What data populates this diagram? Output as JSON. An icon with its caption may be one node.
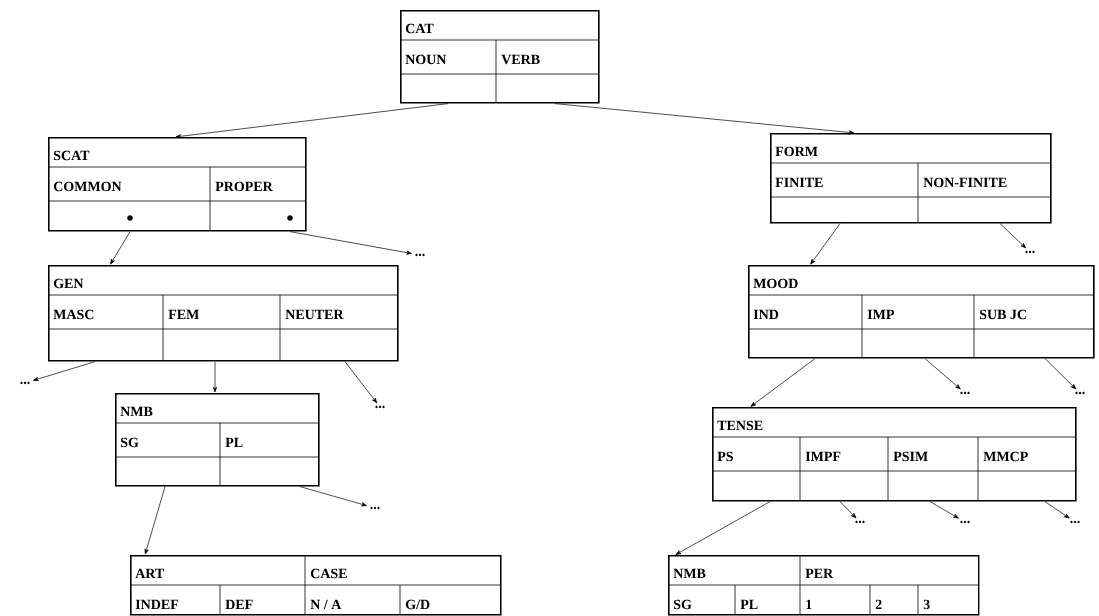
{
  "diagram": {
    "nodes": [
      {
        "text": [
          "CAT",
          "NOUN",
          "VERB"
        ]
      },
      {
        "text": [
          "SCAT",
          "COMMON",
          "PROPER"
        ]
      },
      {
        "text": [
          "..."
        ]
      },
      {
        "text": [
          "GEN",
          "MASC",
          "FEM",
          "NEUTER"
        ]
      },
      {
        "text": [
          "..."
        ]
      },
      {
        "text": [
          "..."
        ]
      },
      {
        "text": [
          "NMB",
          "SG",
          "PL"
        ]
      },
      {
        "text": [
          "..."
        ]
      },
      {
        "text": [
          "ART",
          "CASE",
          "INDEF",
          "DEF",
          "N / A",
          "G/D"
        ]
      },
      {
        "text": [
          "FORM",
          "FINITE",
          "NON-FINITE"
        ]
      },
      {
        "text": [
          "..."
        ]
      },
      {
        "text": [
          "MOOD",
          "IND",
          "IMP",
          "SUB JC"
        ]
      },
      {
        "text": [
          "..."
        ]
      },
      {
        "text": [
          "..."
        ]
      },
      {
        "text": [
          "TENSE",
          "PS",
          "IMPF",
          "PSIM",
          "MMCP"
        ]
      },
      {
        "text": [
          "..."
        ]
      },
      {
        "text": [
          "..."
        ]
      },
      {
        "text": [
          "..."
        ]
      },
      {
        "text": [
          "NMB",
          "PER",
          "SG",
          "PL",
          "1",
          "2",
          "3"
        ]
      }
    ],
    "edges": [
      {
        "from": 0,
        "to": 1,
        "arrow": "to"
      },
      {
        "from": 0,
        "to": 9,
        "arrow": "to"
      },
      {
        "from": 1,
        "to": 3,
        "arrow": "to"
      },
      {
        "from": 1,
        "to": 2,
        "arrow": "to"
      },
      {
        "from": 9,
        "to": 11,
        "arrow": "to"
      },
      {
        "from": 9,
        "to": 10,
        "arrow": "to"
      },
      {
        "from": 3,
        "to": 4,
        "arrow": "to"
      },
      {
        "from": 3,
        "to": 6,
        "arrow": "to"
      },
      {
        "from": 3,
        "to": 5,
        "arrow": "to"
      },
      {
        "from": 6,
        "to": 8,
        "arrow": "to"
      },
      {
        "from": 6,
        "to": 7,
        "arrow": "to"
      },
      {
        "from": 11,
        "to": 14,
        "arrow": "to"
      },
      {
        "from": 11,
        "to": 12,
        "arrow": "to"
      },
      {
        "from": 11,
        "to": 13,
        "arrow": "to"
      },
      {
        "from": 14,
        "to": 18,
        "arrow": "to"
      },
      {
        "from": 14,
        "to": 15,
        "arrow": "to"
      },
      {
        "from": 14,
        "to": 16,
        "arrow": "to"
      },
      {
        "from": 14,
        "to": 17,
        "arrow": "to"
      }
    ]
  }
}
